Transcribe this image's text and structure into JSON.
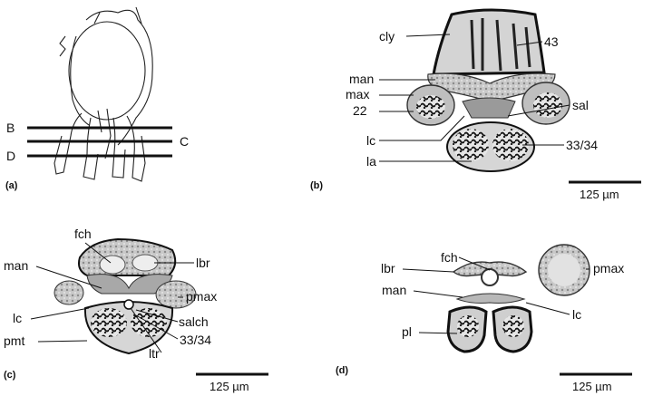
{
  "panels": {
    "a": {
      "tag": "(a)",
      "lines": [
        "B",
        "C",
        "D"
      ]
    },
    "b": {
      "tag": "(b)",
      "labels": [
        "cly",
        "43",
        "man",
        "max",
        "sal",
        "22",
        "lc",
        "33/34",
        "la"
      ],
      "scale": "125 µm"
    },
    "c": {
      "tag": "(c)",
      "labels": [
        "fch",
        "lbr",
        "man",
        "pmax",
        "lc",
        "salch",
        "pmt",
        "33/34",
        "ltr"
      ],
      "scale": "125 µm"
    },
    "d": {
      "tag": "(d)",
      "labels": [
        "fch",
        "lbr",
        "pmax",
        "man",
        "lc",
        "pl"
      ],
      "scale": "125 µm"
    }
  }
}
